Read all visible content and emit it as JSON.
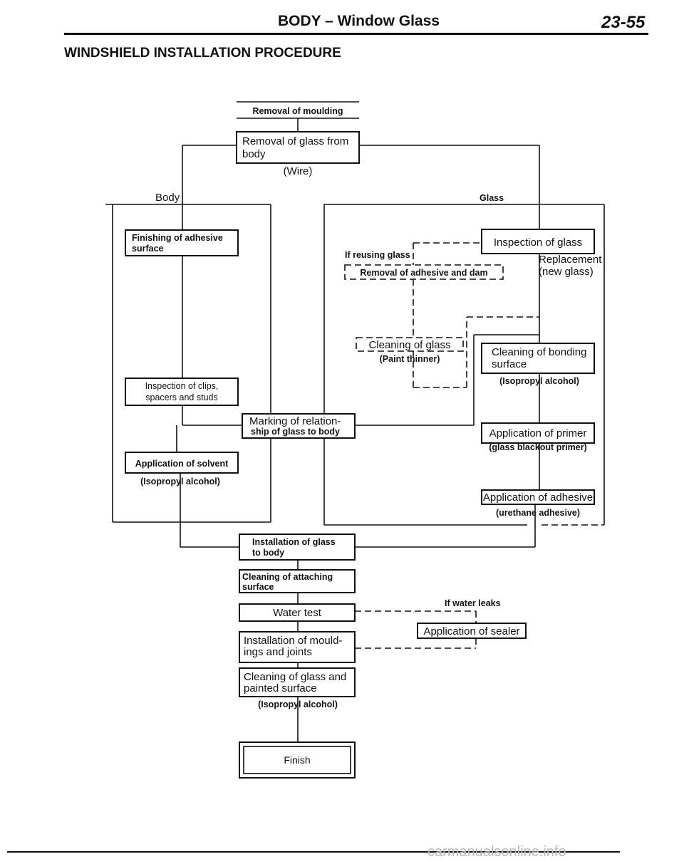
{
  "header": {
    "title": "BODY – Window Glass",
    "page": "23-55",
    "section_title": "WINDSHIELD INSTALLATION PROCEDURE"
  },
  "flow": {
    "removal_moulding": "Removal of moulding",
    "removal_glass_1": "Removal of glass from",
    "removal_glass_2": "body",
    "wire": "(Wire)",
    "body_label": "Body",
    "glass_label": "Glass",
    "finishing_1": "Finishing of adhesive",
    "finishing_2": "surface",
    "inspection_clips_1": "Inspection of clips,",
    "inspection_clips_2": "spacers and studs",
    "marking_1": "Marking of relation-",
    "marking_2": "ship of glass to body",
    "application_solvent": "Application of solvent",
    "isopropyl_1": "(Isopropyl alcohol)",
    "inspection_glass": "Inspection of glass",
    "if_reusing": "If reusing glass",
    "replacement_1": "Replacement",
    "replacement_2": "(new glass)",
    "removal_adhesive": "Removal of adhesive and dam",
    "cleaning_glass": "Cleaning of glass",
    "paint_thinner": "(Paint thinner)",
    "cleaning_bonding_1": "Cleaning of bonding",
    "cleaning_bonding_2": "surface",
    "isopropyl_2": "(Isopropyl alcohol)",
    "application_primer": "Application of primer",
    "blackout_primer": "(glass blackout primer)",
    "application_adhesive": "Application of adhesive",
    "urethane": "(urethane adhesive)",
    "installation_glass_1": "Installation of glass",
    "installation_glass_2": "to body",
    "cleaning_attaching_1": "Cleaning of attaching",
    "cleaning_attaching_2": "surface",
    "water_test": "Water test",
    "if_water_leaks": "If water leaks",
    "application_sealer": "Application of sealer",
    "installation_mould_1": "Installation of mould-",
    "installation_mould_2": "ings and joints",
    "cleaning_painted_1": "Cleaning of glass and",
    "cleaning_painted_2": "painted surface",
    "isopropyl_3": "(Isopropyl alcohol)",
    "finish": "Finish"
  },
  "footer": {
    "watermark": "carmanualsonline.info"
  }
}
